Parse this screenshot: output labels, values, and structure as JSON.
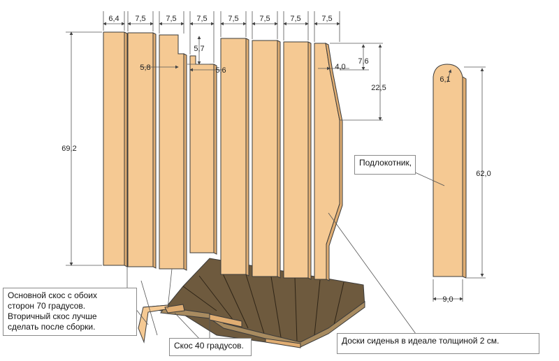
{
  "colors": {
    "board_face": "#f5c993",
    "board_side": "#e0ad72",
    "seat_top": "#6e5a3e",
    "seat_edge": "#a88b60",
    "line": "#3a3a3a",
    "dim_line": "#555555"
  },
  "dimensions": {
    "top_widths": [
      "6,4",
      "7,5",
      "7,5",
      "7,5",
      "7,5",
      "7,5",
      "7,5",
      "7,5"
    ],
    "back_height": "69,2",
    "notch_left": "5,8",
    "notch_height": "5,7",
    "notch_right": "5,6",
    "cut_width": "4,0",
    "cut_top": "7,6",
    "cut_depth": "22,5",
    "arm_radius": "6,1",
    "arm_height": "62,0",
    "arm_width": "9,0"
  },
  "callouts": {
    "armrest": "Подлокотник,",
    "main_bevel": "Основной скос с обоих\nсторон 70 градусов.\nВторичный скос лучше\nсделать после сборки.",
    "bevel_40": "Скос 40 градусов.",
    "seat_boards": "Доски сиденья в идеале толщиной 2 см."
  }
}
